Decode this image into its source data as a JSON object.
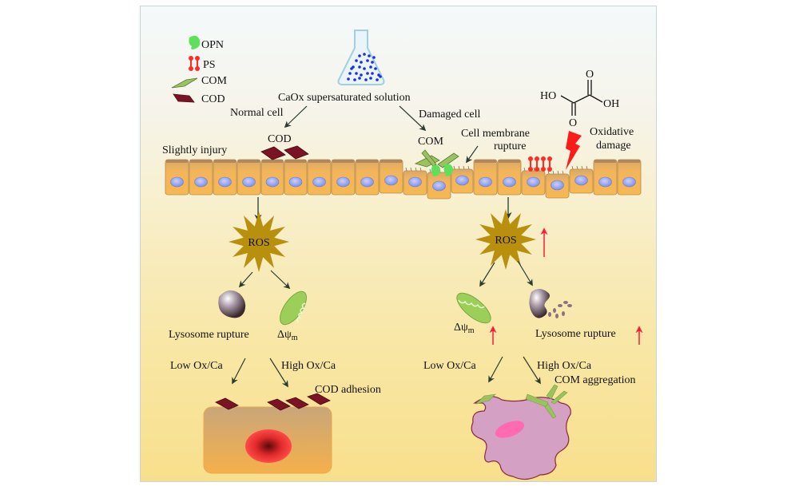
{
  "legend": {
    "items": [
      {
        "key": "opn",
        "label": "OPN",
        "color": "#5ee05a"
      },
      {
        "key": "ps",
        "label": "PS",
        "color": "#ff2a2a"
      },
      {
        "key": "com",
        "label": "COM",
        "color": "#8fb85a"
      },
      {
        "key": "cod",
        "label": "COD",
        "color": "#7a1424"
      }
    ]
  },
  "top": {
    "solution_label": "CaOx supersaturated solution",
    "normal_cell_label": "Normal cell",
    "damaged_cell_label": "Damaged cell",
    "cod_label": "COD",
    "com_label": "COM",
    "membrane_label_1": "Cell membrane",
    "membrane_label_2": "rupture",
    "oxidative_label_1": "Oxidative",
    "oxidative_label_2": "damage",
    "slight_label": "Slightly injury",
    "oxalic_acid": {
      "ho": "HO",
      "oh": "OH",
      "o_top": "O",
      "o_bottom": "O"
    }
  },
  "left_path": {
    "ros_label": "ROS",
    "lysosome_label": "Lysosome rupture",
    "psi_label": "Δψ",
    "psi_sub": "m",
    "low_label": "Low Ox/Ca",
    "high_label": "High Ox/Ca",
    "result_label": "COD adhesion"
  },
  "right_path": {
    "ros_label": "ROS",
    "lysosome_label": "Lysosome rupture",
    "psi_label": "Δψ",
    "psi_sub": "m",
    "low_label": "Low Ox/Ca",
    "high_label": "High Ox/Ca",
    "result_label": "COM aggregation"
  },
  "colors": {
    "cell_fill": "#f3b55a",
    "cell_top": "#c9a06a",
    "nucleus": "#8f9ff0",
    "ros": "#b8900e",
    "increase_arrow": "#ff1a3a",
    "arrow": "#2a3a30",
    "lightning": "#ff1a1a",
    "mito": "#9bcf5a",
    "lysosome": "#6a5060",
    "damaged_cell": "#d4a0c4",
    "damaged_nucleus": "#ff6ab0"
  }
}
